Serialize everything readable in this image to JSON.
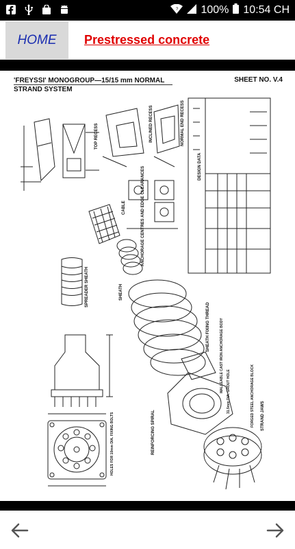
{
  "status_bar": {
    "battery_percent": "100%",
    "time": "10:54 CH",
    "icons": [
      "facebook-icon",
      "usb-icon",
      "shopping-bag-icon",
      "android-debug-icon",
      "wifi-icon",
      "signal-icon",
      "battery-icon"
    ]
  },
  "header": {
    "home_label": "HOME",
    "title": "Prestressed concrete"
  },
  "document": {
    "title_line1": "'FREYSSI' MONOGROUP—15/15 mm NORMAL",
    "title_line2": "STRAND SYSTEM",
    "sheet_no": "SHEET NO. V.4",
    "labels": {
      "top_recess": "TOP RECESS",
      "normal_end_recess": "NORMAL END RECESS",
      "inclined_recess": "INCLINED RECESS",
      "cable": "CABLE",
      "anchorage_centres": "ANCHORAGE CENTRES AND EDGE CLEARANCES",
      "spreader_sheath": "SPREADER SHEATH",
      "sheath": "SHEATH",
      "sheath_fixing_thread": "SHEATH FIXING THREAD",
      "malleable_cast_iron": "MALLEABLE CAST IRON ANCHORAGE BODY",
      "grout_hole": "31.5mm DIA. GROUT HOLE",
      "reinforcing_spiral": "REINFORCING SPIRAL",
      "forged_steel": "FORGED STEEL ANCHORAGE BLOCK",
      "strand_jaws": "STRAND JAWS",
      "fixing_bolts": "HOLES FOR 10mm DIA. FIXING BOLTS",
      "design_data": "DESIGN DATA"
    }
  },
  "nav": {
    "back_icon": "arrow-left-icon",
    "forward_icon": "arrow-right-icon"
  }
}
